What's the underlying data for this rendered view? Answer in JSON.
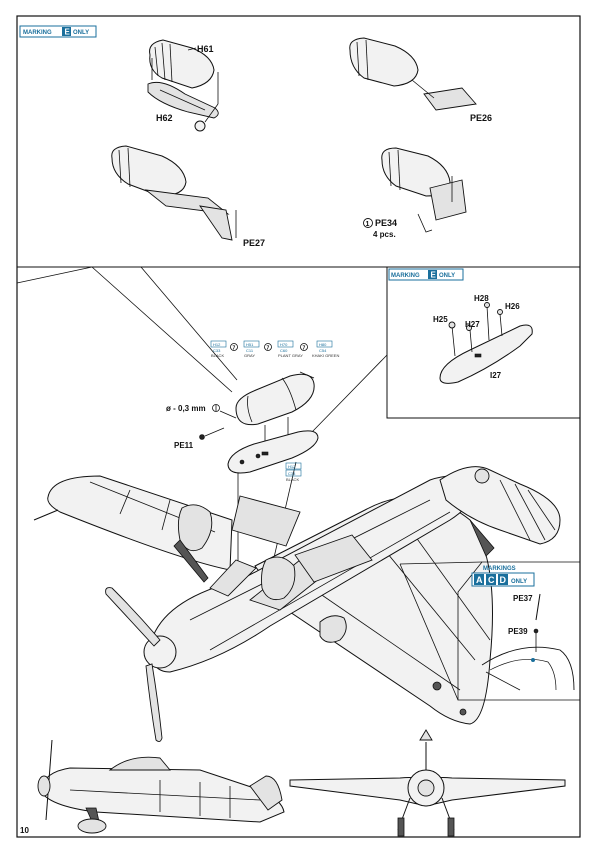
{
  "page_number": "10",
  "colors": {
    "badge_blue": "#1a6f9c",
    "line": "#111111",
    "paper": "#ffffff"
  },
  "top_panel": {
    "marking_badge": {
      "prefix": "MARKING",
      "letter": "E",
      "suffix": "ONLY"
    },
    "labels": {
      "h61": "H61",
      "h62": "H62",
      "pe26": "PE26",
      "pe27": "PE27",
      "pe34": "PE34",
      "pe34_qty": "4 pcs."
    }
  },
  "bomb_detail": {
    "paints": [
      {
        "code": "H12",
        "ref": "C33",
        "name": "BLACK"
      },
      {
        "code": "H51",
        "ref": "C11",
        "name": "GRAY"
      },
      {
        "code": "H70",
        "ref": "C60",
        "name": "PLANT GRAY"
      },
      {
        "code": "H80",
        "ref": "C54",
        "name": "KHAKI GREEN"
      }
    ],
    "drill_label": "ø - 0,3 mm",
    "pe11": "PE11",
    "rack_paint": {
      "code": "H12",
      "ref": "C33",
      "name": "BLACK"
    }
  },
  "rack_detail": {
    "marking_badge": {
      "prefix": "MARKING",
      "letter": "E",
      "suffix": "ONLY"
    },
    "labels": {
      "h25": "H25",
      "h26": "H26",
      "h27": "H27",
      "h28": "H28",
      "i27": "I27"
    }
  },
  "antenna_detail": {
    "marking_badge": {
      "prefix": "MARKINGS",
      "letters": [
        "A",
        "C",
        "D"
      ],
      "suffix": "ONLY"
    },
    "labels": {
      "pe37": "PE37",
      "pe39": "PE39"
    }
  }
}
